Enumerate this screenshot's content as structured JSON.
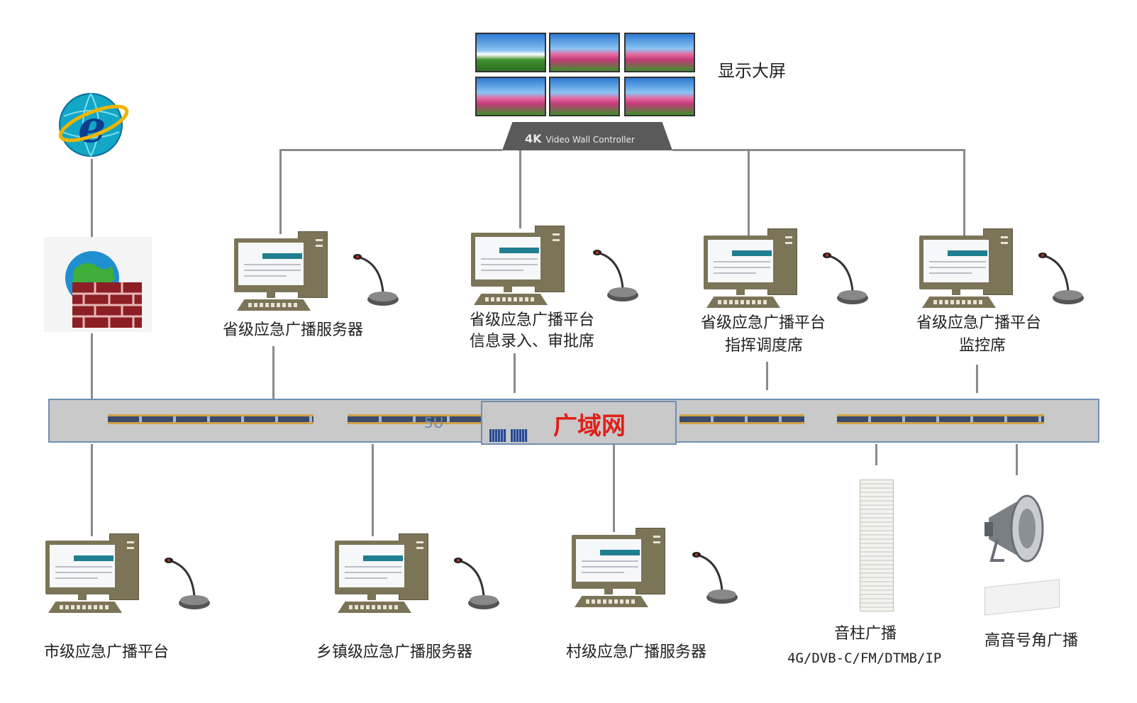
{
  "display_wall": {
    "label": "显示大屏",
    "controller_brand": "4K",
    "controller_text": "Video Wall Controller"
  },
  "network": {
    "label": "广域网",
    "faint_text": "5U"
  },
  "provincial": {
    "server": "省级应急广播服务器",
    "entry_l1": "省级应急广播平台",
    "entry_l2": "信息录入、审批席",
    "dispatch_l1": "省级应急广播平台",
    "dispatch_l2": "指挥调度席",
    "monitor_l1": "省级应急广播平台",
    "monitor_l2": "监控席"
  },
  "lower": {
    "city": "市级应急广播平台",
    "town": "乡镇级应急广播服务器",
    "village": "村级应急广播服务器"
  },
  "endpoints": {
    "column_l1": "音柱广播",
    "column_l2": "4G/DVB-C/FM/DTMB/IP",
    "horn": "高音号角广播"
  },
  "icons": [
    "internet-explorer-icon",
    "firewall-icon",
    "video-wall-icon",
    "computer-icon",
    "microphone-icon",
    "column-speaker-icon",
    "horn-speaker-icon"
  ],
  "colors": {
    "wan_text": "#e0201a",
    "computer": "#7b7457",
    "switch_border": "#6f8fb3"
  }
}
